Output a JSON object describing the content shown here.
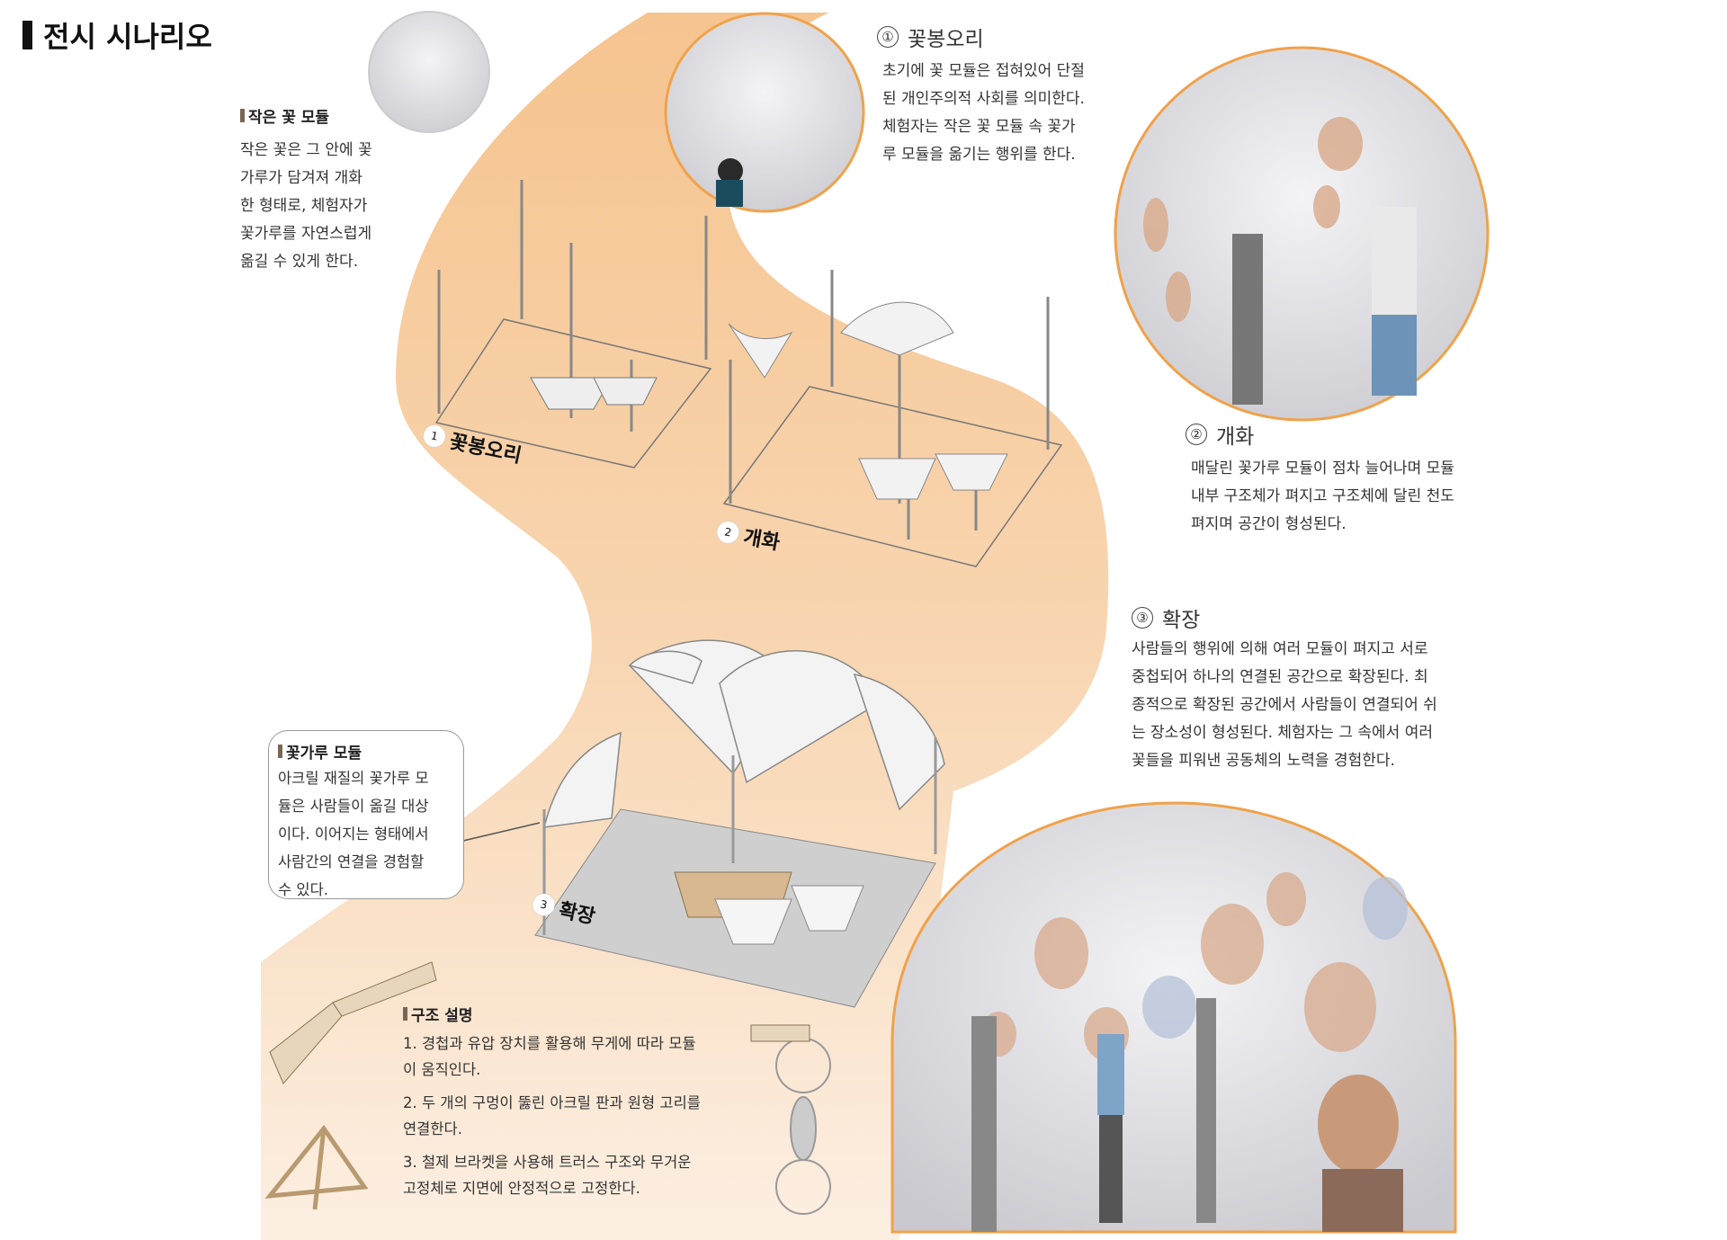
{
  "title": "전시 시나리오",
  "small_module": {
    "heading": "작은 꽃 모듈",
    "lines": [
      "작은 꽃은 그 안에 꽃",
      "가루가 담겨져 개화",
      "한 형태로, 체험자가",
      "꽃가루를 자연스럽게",
      "옮길 수 있게 한다."
    ]
  },
  "steps": [
    {
      "num": "①",
      "title": "꽃봉오리",
      "lines": [
        "초기에 꽃 모듈은 접혀있어 단절",
        "된 개인주의적 사회를 의미한다.",
        "체험자는 작은 꽃 모듈 속 꽃가",
        "루 모듈을 옮기는 행위를 한다."
      ]
    },
    {
      "num": "②",
      "title": "개화",
      "lines": [
        "매달린 꽃가루 모듈이 점차 늘어나며 모듈",
        "내부 구조체가 펴지고 구조체에 달린 천도",
        "펴지며 공간이 형성된다."
      ]
    },
    {
      "num": "③",
      "title": "확장",
      "lines": [
        "사람들의 행위에 의해 여러 모듈이 펴지고 서로",
        "중첩되어 하나의 연결된 공간으로 확장된다. 최",
        "종적으로 확장된 공간에서 사람들이 연결되어 쉬",
        "는 장소성이 형성된다. 체험자는 그 속에서 여러",
        "꽃들을 피워낸 공동체의 노력을 경험한다."
      ]
    }
  ],
  "diagram_labels": [
    {
      "num": "1",
      "label": "꽃봉오리"
    },
    {
      "num": "2",
      "label": "개화"
    },
    {
      "num": "3",
      "label": "확장"
    }
  ],
  "pollen_module": {
    "heading": "꽃가루 모듈",
    "lines": [
      "아크릴 재질의 꽃가루 모",
      "듈은 사람들이 옮길 대상",
      "이다. 이어지는 형태에서",
      "사람간의 연결을 경험할",
      "수 있다."
    ]
  },
  "structure": {
    "heading": "구조 설명",
    "items": [
      [
        "1. 경첩과 유압 장치를 활용해 무게에 따라 모듈",
        "이 움직인다."
      ],
      [
        "2. 두 개의 구멍이 뚫린 아크릴 판과 원형 고리를",
        "연결한다."
      ],
      [
        "3. 철제 브라켓을 사용해 트러스 구조와 무거운",
        "고정체로 지면에 안정적으로 고정한다."
      ]
    ]
  },
  "colors": {
    "accent_orange": "#f0a24a",
    "band_peach": "#f6c999",
    "marker": "#7a6654"
  }
}
